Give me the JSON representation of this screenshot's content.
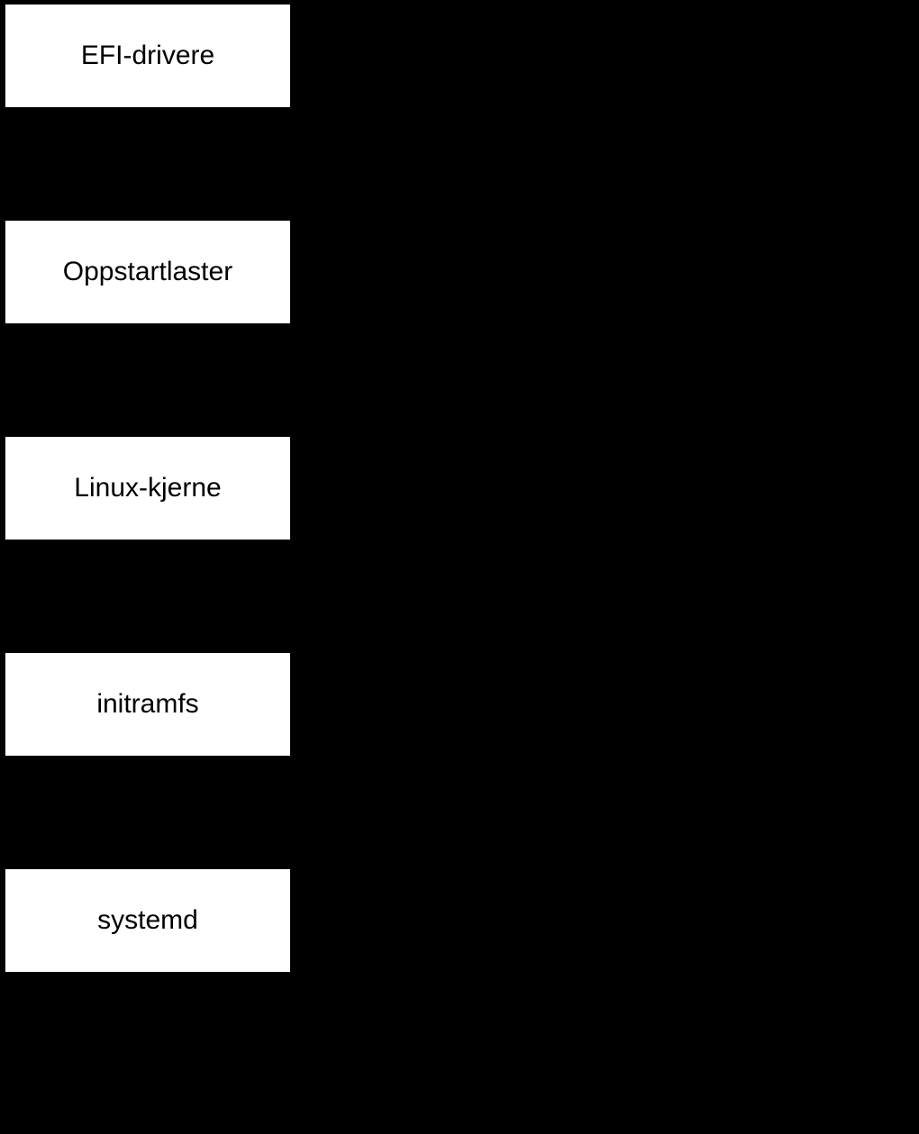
{
  "diagram": {
    "type": "flowchart",
    "orientation": "vertical",
    "nodes": [
      {
        "label": "EFI-drivere"
      },
      {
        "label": "Oppstartlaster"
      },
      {
        "label": "Linux-kjerne"
      },
      {
        "label": "initramfs"
      },
      {
        "label": "systemd"
      }
    ],
    "colors": {
      "background": "#000000",
      "node_fill": "#ffffff",
      "node_text": "#000000"
    }
  }
}
